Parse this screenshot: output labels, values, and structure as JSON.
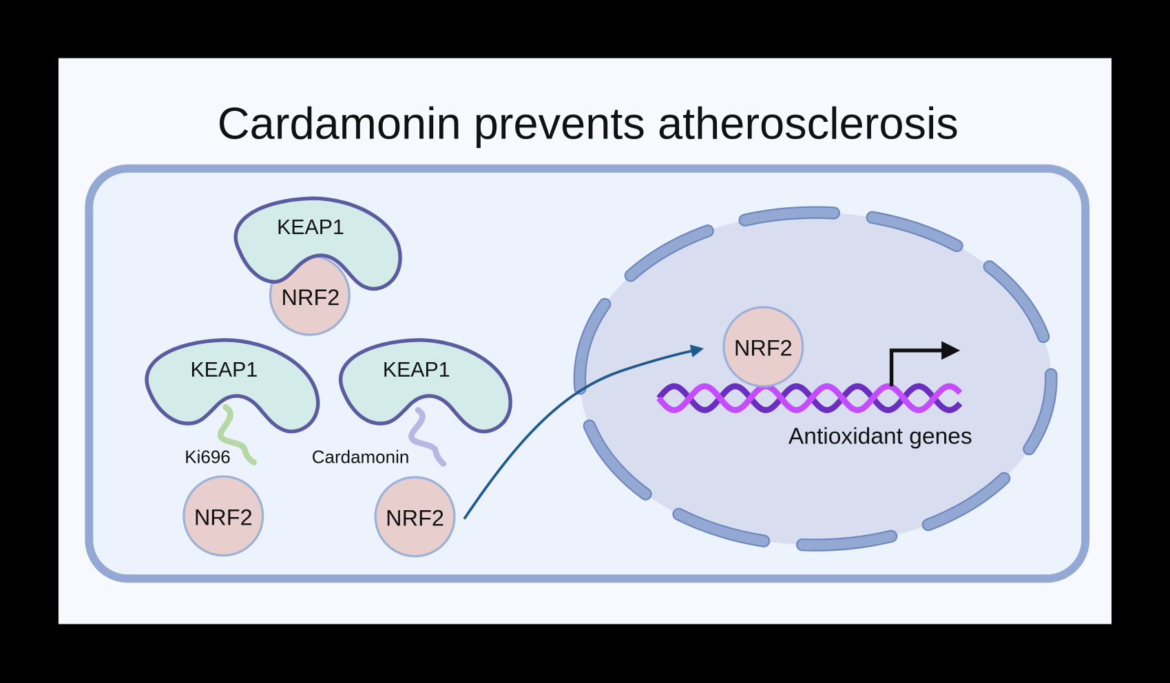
{
  "title": "Cardamonin prevents atherosclerosis",
  "cytoplasm": {
    "complex_bound": {
      "keap1_label": "KEAP1",
      "nrf2_label": "NRF2"
    },
    "complex_ki696": {
      "keap1_label": "KEAP1",
      "ligand_label": "Ki696",
      "nrf2_label": "NRF2"
    },
    "complex_cardamonin": {
      "keap1_label": "KEAP1",
      "ligand_label": "Cardamonin",
      "nrf2_label": "NRF2"
    }
  },
  "nucleus": {
    "nrf2_label": "NRF2",
    "gene_label": "Antioxidant genes"
  },
  "colors": {
    "page_bg": "#F7F9FE",
    "cell_fill": "#EDF3FC",
    "cell_border": "#93A9D3",
    "nucleus_fill": "#D8DEF0",
    "nucleus_envelope": "#93A9D3",
    "keap1_fill": "#D4ECE9",
    "keap1_stroke": "#5B5BA0",
    "nrf2_fill": "#E8CFCD",
    "nrf2_stroke": "#9DB0D8",
    "ki696_color": "#B5D8A6",
    "cardamonin_color": "#B9B6E2",
    "arrow_color": "#1E5A8C",
    "dna_strand_a": "#C44DFF",
    "dna_strand_b": "#6A2EC0"
  }
}
